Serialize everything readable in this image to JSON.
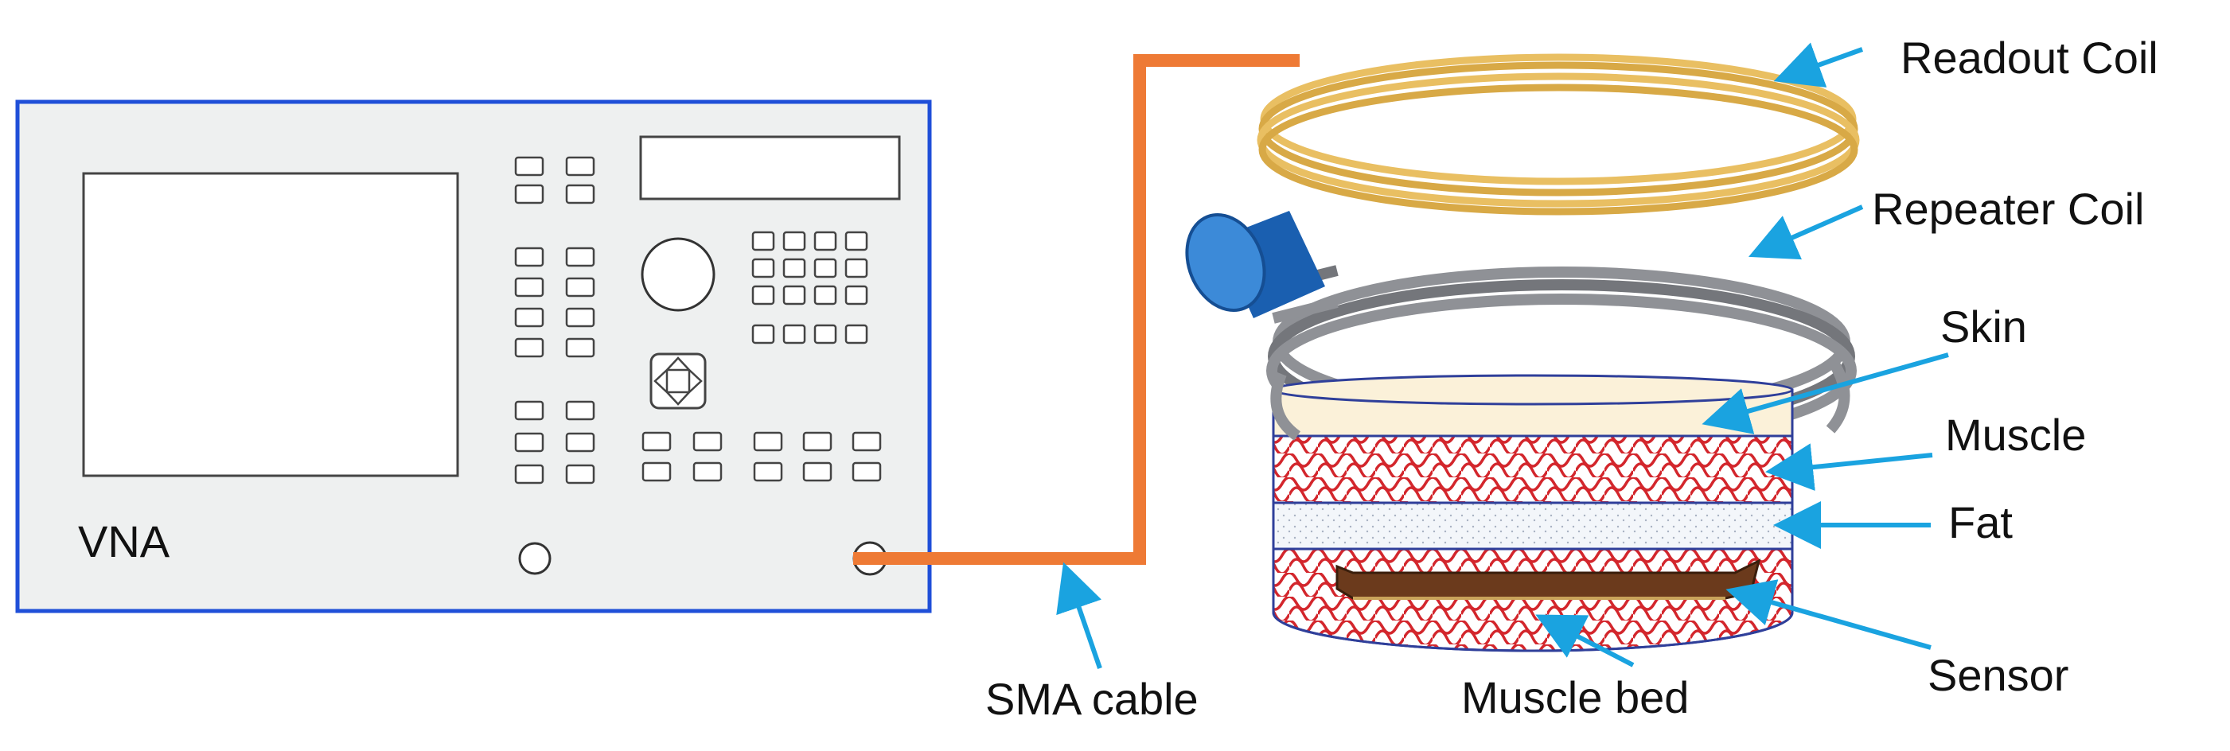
{
  "labels": {
    "vna": "VNA",
    "sma_cable": "SMA cable",
    "readout_coil": "Readout Coil",
    "repeater_coil": "Repeater Coil",
    "skin": "Skin",
    "muscle": "Muscle",
    "fat": "Fat",
    "sensor": "Sensor",
    "muscle_bed": "Muscle bed"
  },
  "colors": {
    "vna_border": "#1f4fd8",
    "vna_body": "#eef0f0",
    "cable": "#ee7a35",
    "readout_coil": "#e9bf62",
    "repeater_coil": "#8f9196",
    "connector": "#1f6fc4",
    "skin": "#fbf1d9",
    "muscle_pattern": "#d3262c",
    "fat": "#f3f6fa",
    "layer_border": "#2f3f9a",
    "sensor": "#6b3a1c",
    "arrow": "#1aa3e0"
  }
}
